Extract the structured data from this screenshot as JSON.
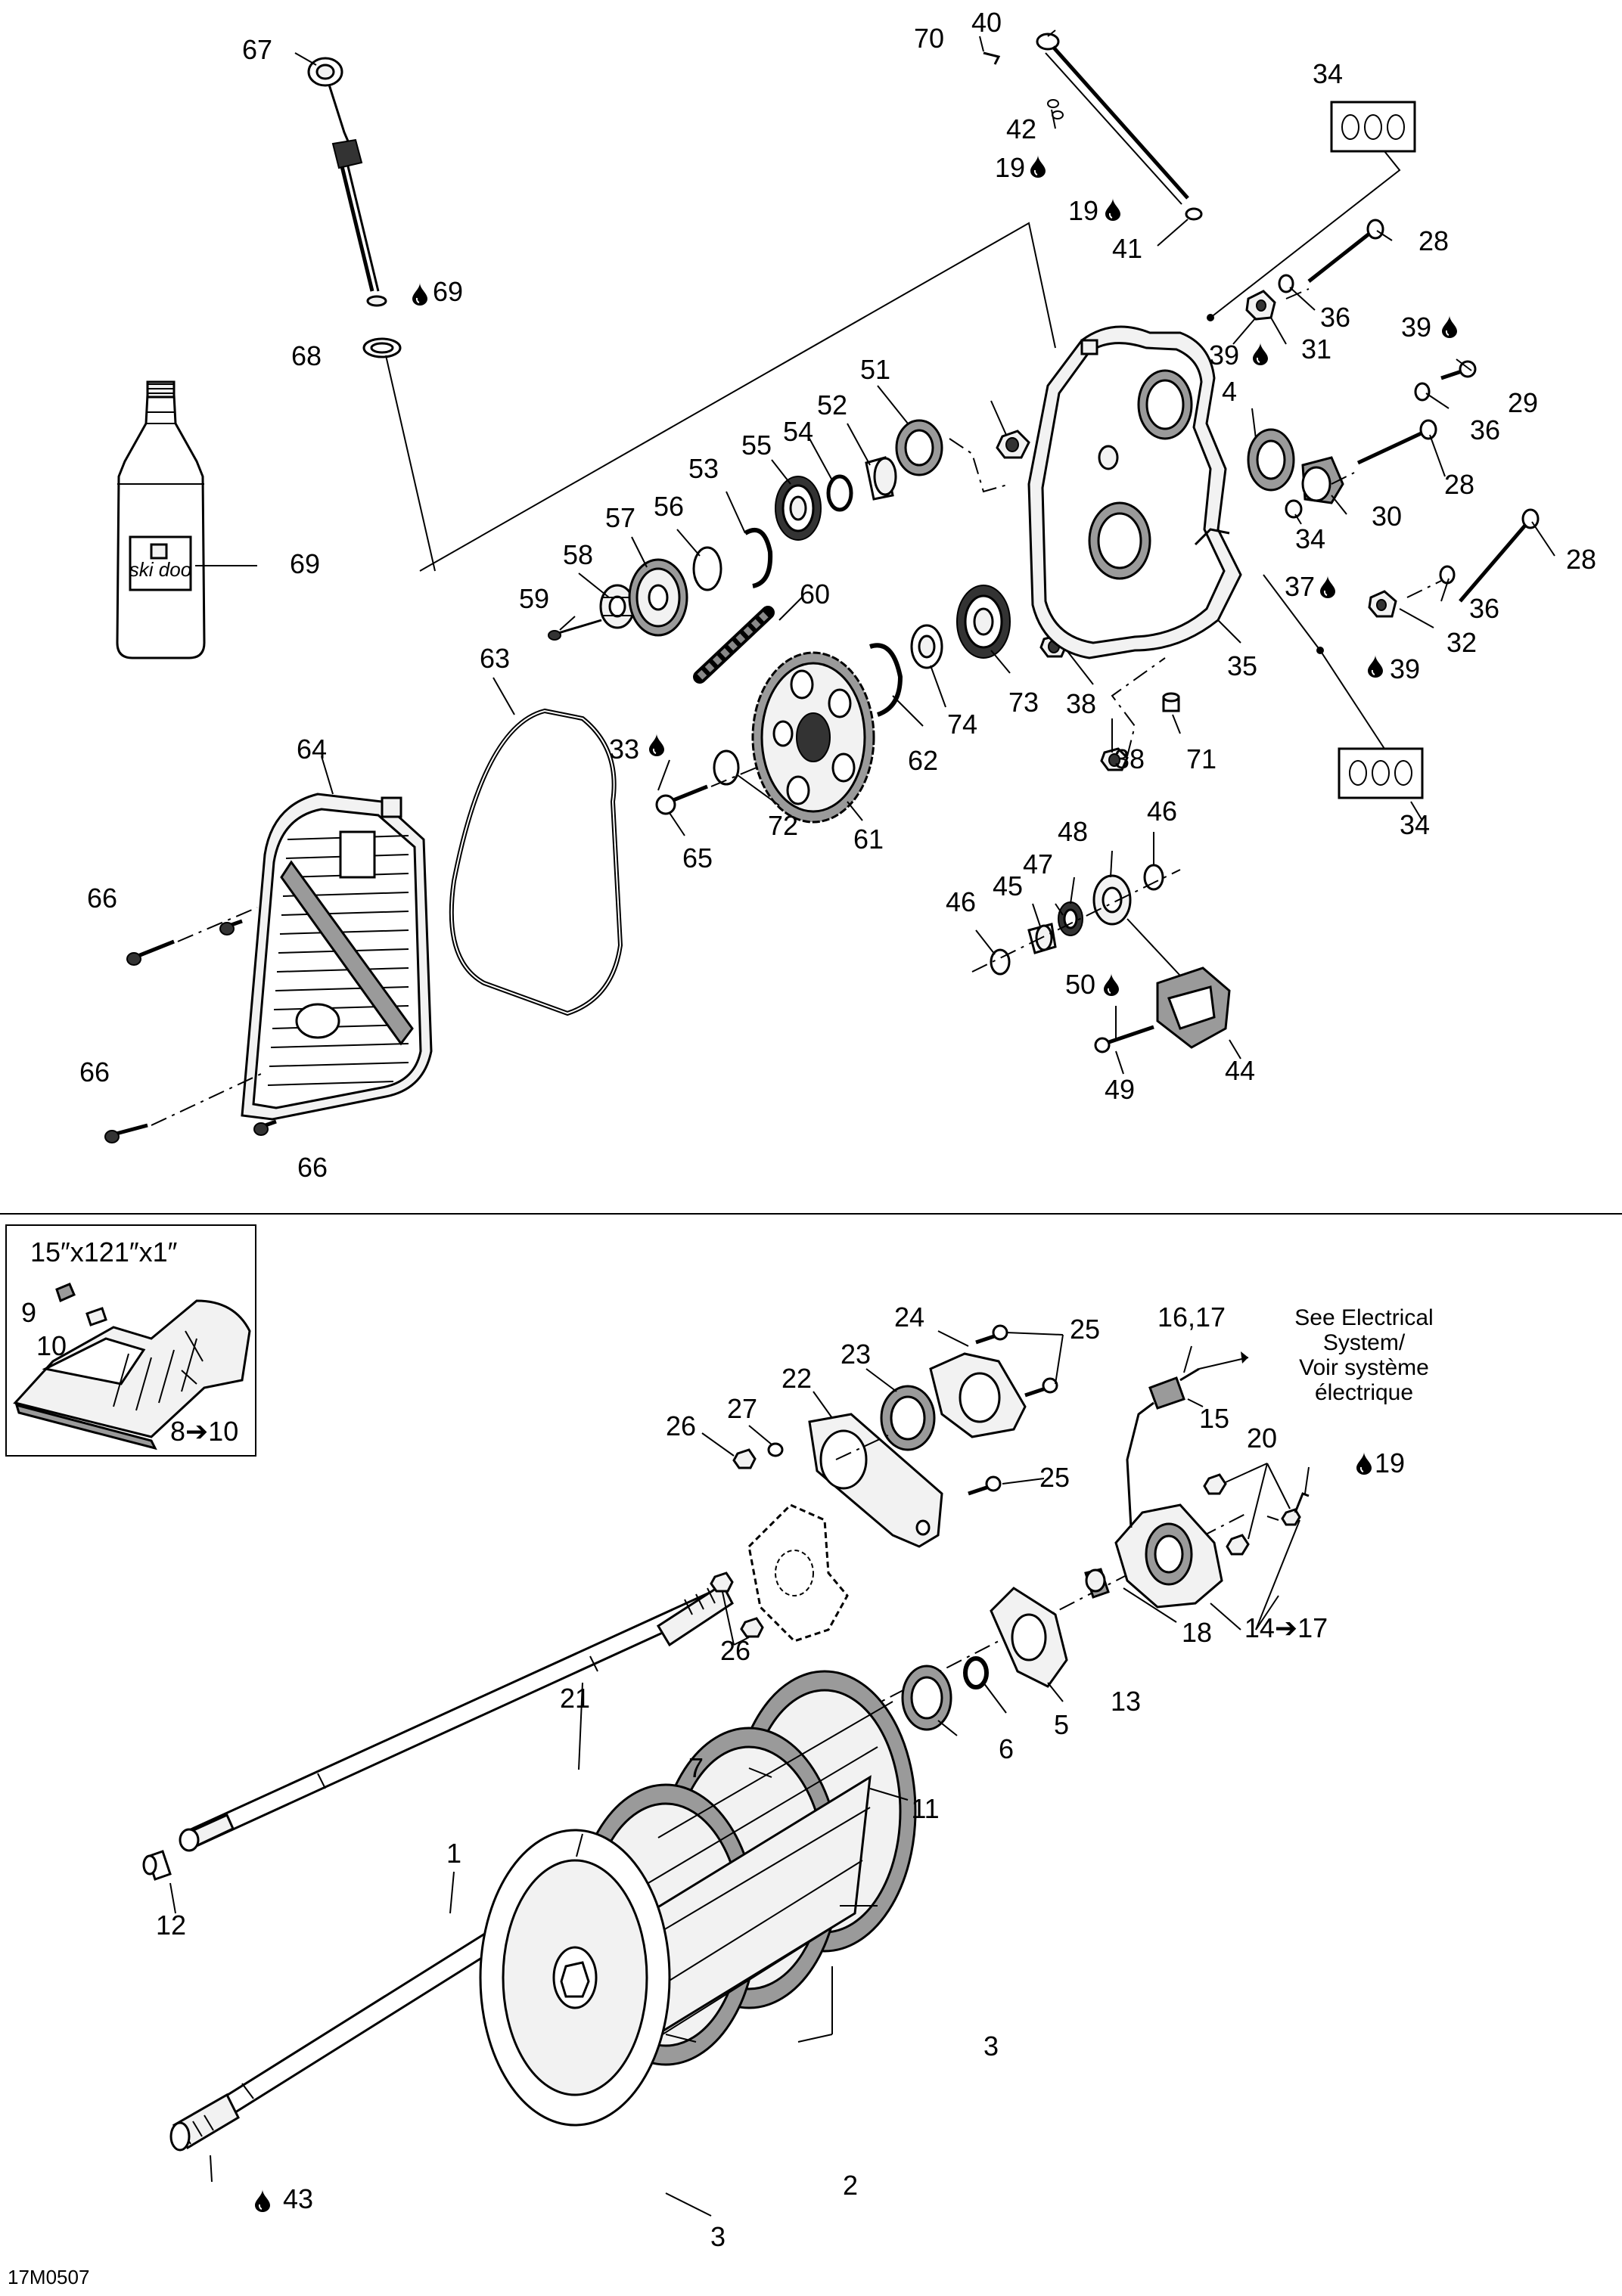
{
  "figure_code": "17M0507",
  "belt_inset": {
    "spec": "15″x121″x1″",
    "range_label": "8➔10"
  },
  "electrical_note": {
    "line1": "See Electrical",
    "line2": "System/",
    "line3": "Voir système",
    "line4": "électrique"
  },
  "bottle_brand": "ski doo",
  "callouts": {
    "top": [
      "67",
      "70",
      "40",
      "42",
      "19",
      "19",
      "41",
      "34",
      "28",
      "36",
      "31",
      "39",
      "39",
      "29",
      "36",
      "28",
      "30",
      "34",
      "28",
      "37",
      "36",
      "32",
      "39",
      "35",
      "71",
      "38",
      "38",
      "73",
      "74",
      "62",
      "61",
      "72",
      "65",
      "33",
      "60",
      "59",
      "58",
      "57",
      "56",
      "53",
      "55",
      "54",
      "52",
      "51",
      "4",
      "68",
      "69",
      "69",
      "64",
      "63",
      "66",
      "66",
      "66",
      "46",
      "48",
      "47",
      "45",
      "46",
      "50",
      "49",
      "44",
      "34"
    ],
    "bottom": [
      "9",
      "10",
      "24",
      "25",
      "23",
      "22",
      "27",
      "26",
      "16,17",
      "15",
      "20",
      "19",
      "25",
      "26",
      "21",
      "18",
      "14➔17",
      "13",
      "5",
      "6",
      "7",
      "11",
      "12",
      "1",
      "3",
      "2",
      "3",
      "43"
    ]
  },
  "oil_drop_icon": "oil-drop-icon"
}
